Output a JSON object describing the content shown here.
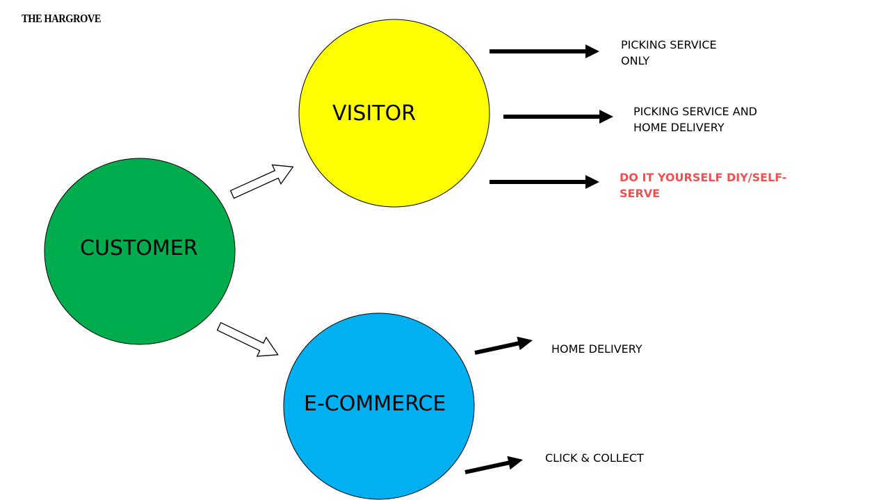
{
  "brand": "THE HARGROVE",
  "nodes": {
    "customer": {
      "label": "CUSTOMER",
      "color": "#00ac4e"
    },
    "visitor": {
      "label": "VISITOR",
      "color": "#ffff00"
    },
    "ecommerce": {
      "label": "E-COMMERCE",
      "color": "#00b0f0"
    }
  },
  "visitor_options": [
    {
      "line1": "PICKING SERVICE",
      "line2": "ONLY"
    },
    {
      "line1": "PICKING SERVICE AND",
      "line2": "HOME DELIVERY"
    },
    {
      "line1": "DO IT YOURSELF DIY/SELF-",
      "line2": "SERVE",
      "color": "#f05050"
    }
  ],
  "ecommerce_options": [
    {
      "label": "HOME DELIVERY"
    },
    {
      "label": "CLICK & COLLECT"
    }
  ]
}
